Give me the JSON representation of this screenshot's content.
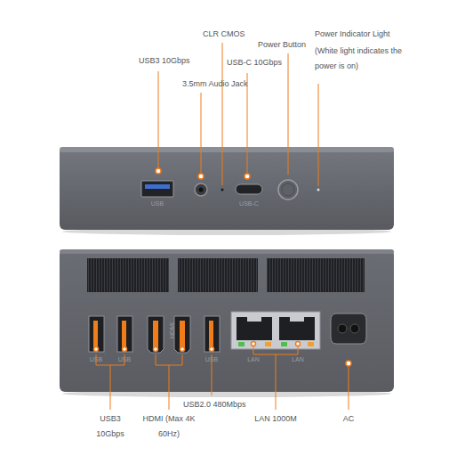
{
  "diagram": {
    "labels": [
      "CLR CMOS",
      "Power Button",
      "Power Indicator Light",
      "(White light indicates the power is on)",
      "USB3 10Gbps",
      "USB-C 10Gbps",
      "3.5mm Audio Jack",
      "USB",
      "USB-C",
      "USB",
      "USB",
      "HDMI",
      "USB",
      "LAN",
      "LAN",
      "USB3 10Gbps",
      "HDMI (Max 4K 60Hz)",
      "USB2.0 480Mbps",
      "LAN 1000M",
      "AC"
    ]
  }
}
